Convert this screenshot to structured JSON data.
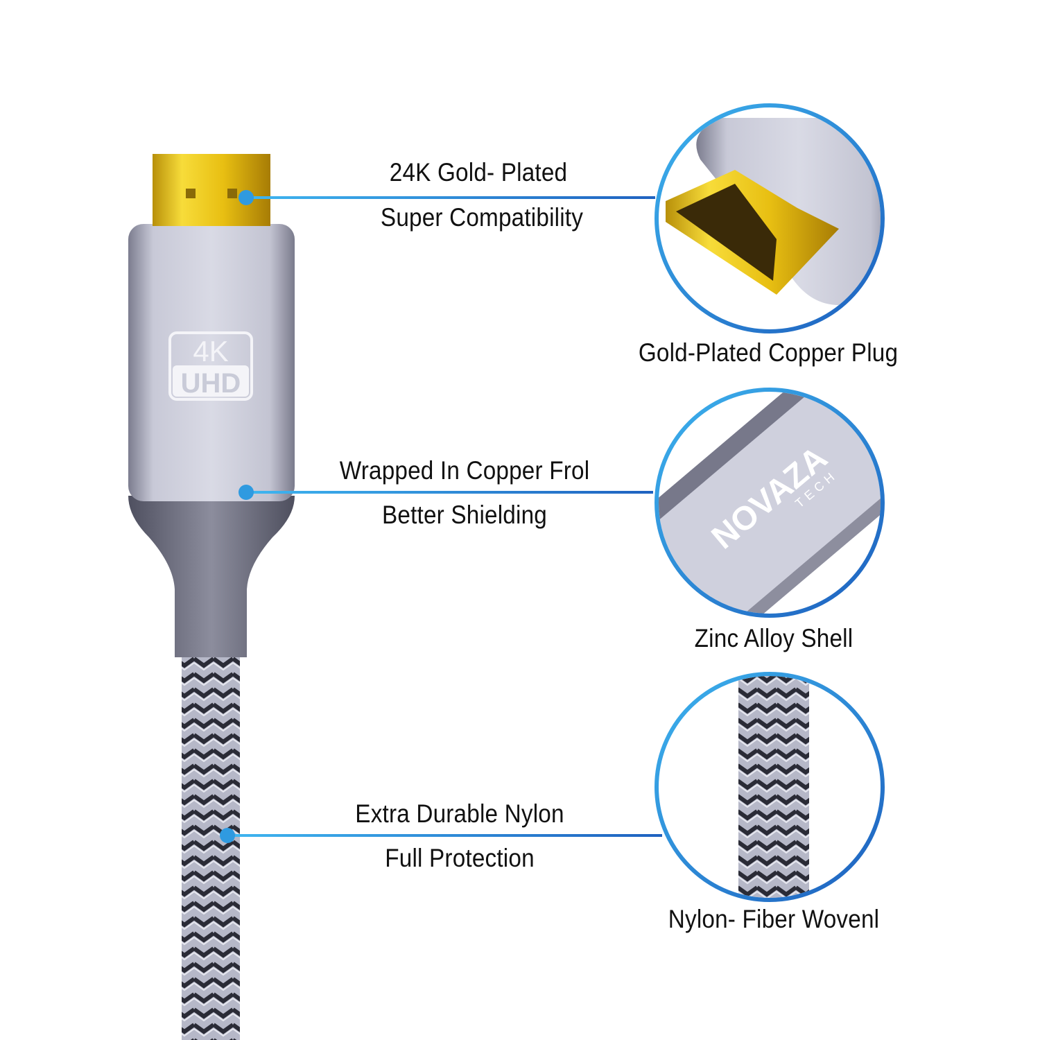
{
  "colors": {
    "accent": "#2f9ae0",
    "accent_dark": "#1f64c0",
    "gold": "#e9c21d",
    "shell": "#c9cbd8",
    "shell_dark": "#6e6f80"
  },
  "plug_badge": {
    "line1": "4K",
    "line2": "UHD"
  },
  "brand_logo": {
    "name": "NOVAZA",
    "sub": "TECH"
  },
  "callouts": [
    {
      "title": "24K Gold- Plated",
      "subtitle": "Super Compatibility",
      "caption": "Gold-Plated Copper Plug"
    },
    {
      "title": "Wrapped In Copper Frol",
      "subtitle": "Better Shielding",
      "caption": "Zinc Alloy Shell"
    },
    {
      "title": "Extra Durable Nylon",
      "subtitle": "Full Protection",
      "caption": "Nylon- Fiber Wovenl"
    }
  ]
}
